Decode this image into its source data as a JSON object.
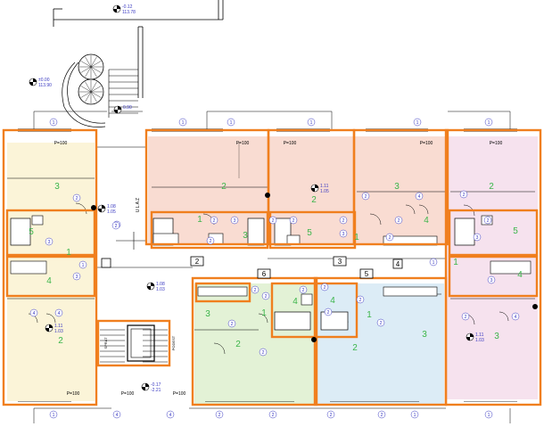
{
  "colors": {
    "wall": "#f07f1e",
    "yellow_unit": "#fbf4d8",
    "salmon_unit": "#f9dcd2",
    "pink_unit": "#f6e2ee",
    "green_unit": "#e3f2d6",
    "blue_unit": "#dcecf6",
    "green_label": "#3bb54a",
    "blue_text": "#3a3ac2",
    "line": "#000000"
  },
  "elevations": {
    "top_right": {
      "a": "-0.12",
      "b": "113.78"
    },
    "entrance": {
      "a": "±0.00",
      "b": "113.90"
    },
    "landing": {
      "a": "0.90"
    },
    "left_unit": {
      "a": "1.08",
      "b": "1.05"
    },
    "center_unit": {
      "a": "1.11",
      "b": "1.05"
    },
    "corridor": {
      "a": "1.08",
      "b": "1.03"
    },
    "left_lower": {
      "a": "1.11",
      "b": "1.03"
    },
    "right_lower": {
      "a": "1.11",
      "b": "1.03"
    },
    "stair_lower": {
      "a": "-0.17",
      "b": "-2.21"
    }
  },
  "entrance_label": "U L A Z",
  "p100": "P=100",
  "apartment_numbers": [
    "2",
    "3",
    "4",
    "5",
    "6"
  ],
  "room_numbers": [
    "1",
    "2",
    "3",
    "4",
    "5"
  ],
  "door_tags": [
    "1",
    "2",
    "3",
    "4"
  ],
  "stair_text": [
    "SPRAT",
    "PODEST"
  ]
}
